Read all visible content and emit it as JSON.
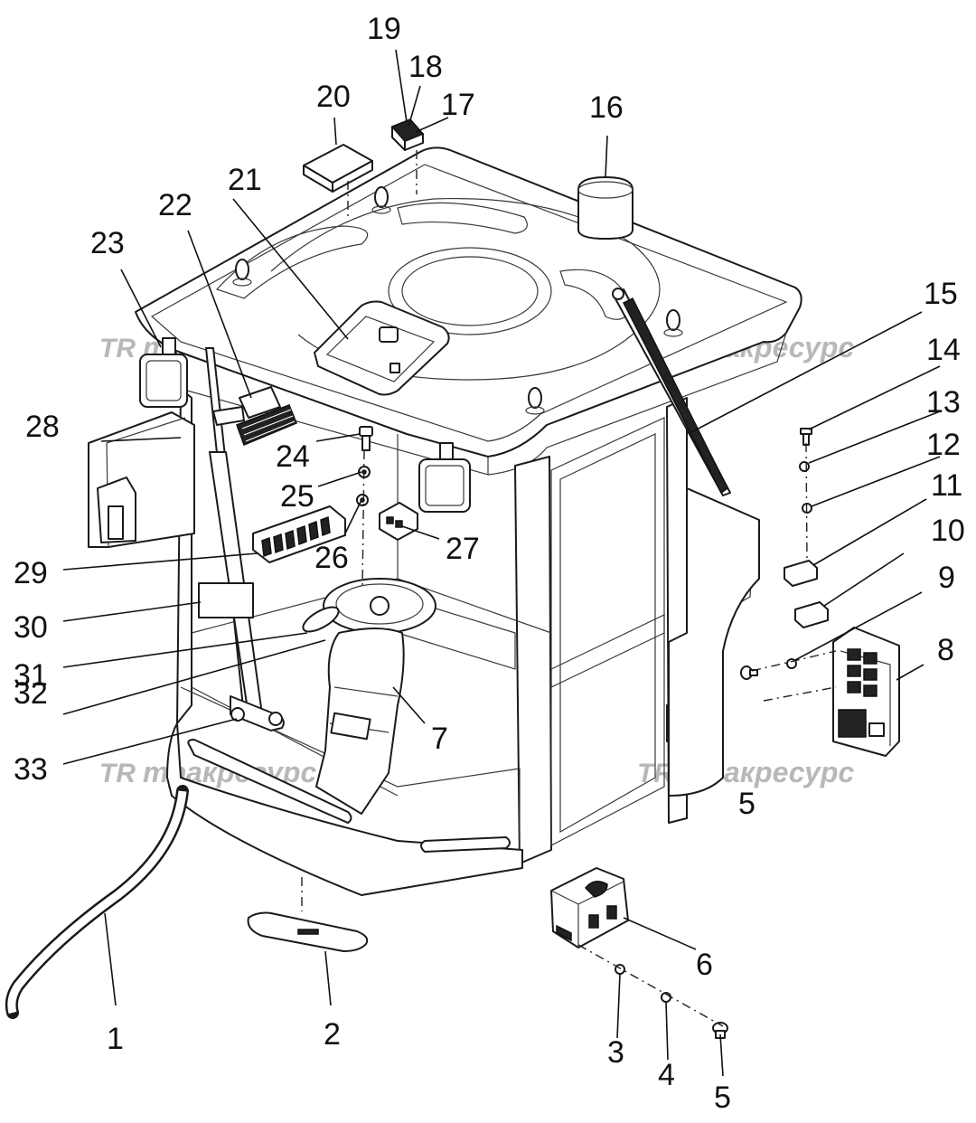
{
  "callouts": [
    {
      "id": "c1",
      "label": "1"
    },
    {
      "id": "c2",
      "label": "2"
    },
    {
      "id": "c3",
      "label": "3"
    },
    {
      "id": "c4",
      "label": "4"
    },
    {
      "id": "c5a",
      "label": "5"
    },
    {
      "id": "c5b",
      "label": "5"
    },
    {
      "id": "c6",
      "label": "6"
    },
    {
      "id": "c7",
      "label": "7"
    },
    {
      "id": "c8",
      "label": "8"
    },
    {
      "id": "c9",
      "label": "9"
    },
    {
      "id": "c10",
      "label": "10"
    },
    {
      "id": "c11",
      "label": "11"
    },
    {
      "id": "c12",
      "label": "12"
    },
    {
      "id": "c13",
      "label": "13"
    },
    {
      "id": "c14",
      "label": "14"
    },
    {
      "id": "c15",
      "label": "15"
    },
    {
      "id": "c16",
      "label": "16"
    },
    {
      "id": "c17",
      "label": "17"
    },
    {
      "id": "c18",
      "label": "18"
    },
    {
      "id": "c19",
      "label": "19"
    },
    {
      "id": "c20",
      "label": "20"
    },
    {
      "id": "c21",
      "label": "21"
    },
    {
      "id": "c22",
      "label": "22"
    },
    {
      "id": "c23",
      "label": "23"
    },
    {
      "id": "c24",
      "label": "24"
    },
    {
      "id": "c25",
      "label": "25"
    },
    {
      "id": "c26",
      "label": "26"
    },
    {
      "id": "c27",
      "label": "27"
    },
    {
      "id": "c28",
      "label": "28"
    },
    {
      "id": "c29",
      "label": "29"
    },
    {
      "id": "c30",
      "label": "30"
    },
    {
      "id": "c31",
      "label": "31"
    },
    {
      "id": "c32",
      "label": "32"
    },
    {
      "id": "c33",
      "label": "33"
    }
  ],
  "watermark": {
    "logo": "TR",
    "text": "тракресурс"
  }
}
